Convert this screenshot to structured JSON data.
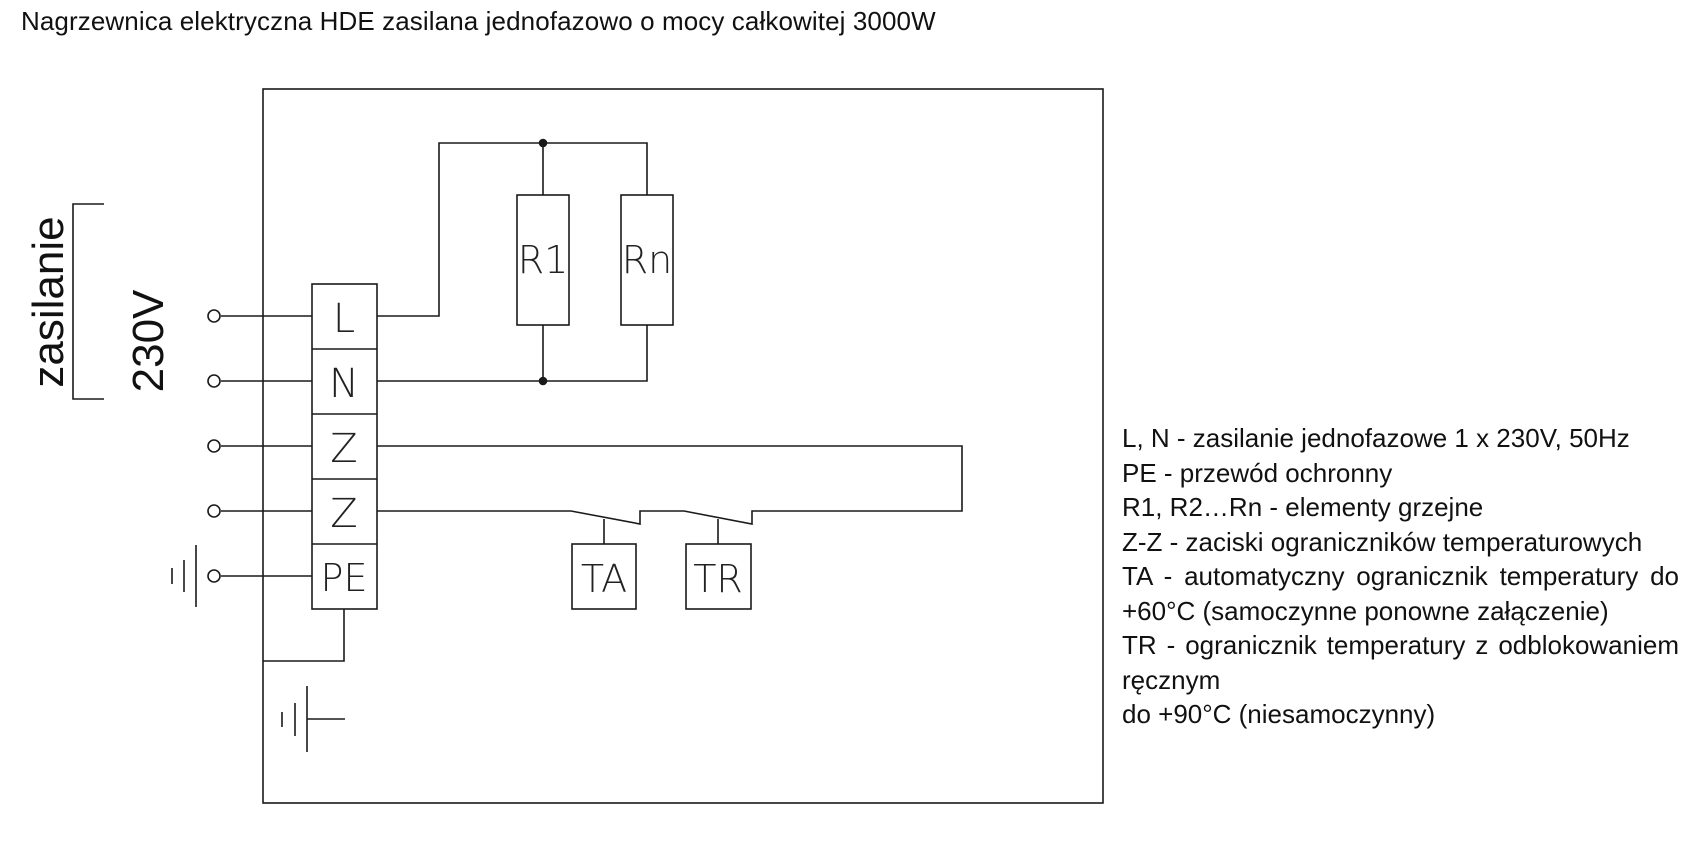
{
  "title": "Nagrzewnica elektryczna HDE zasilana jednofazowo o mocy całkowitej 3000W",
  "supply": {
    "label": "zasilanie",
    "voltage": "230V"
  },
  "terminals": [
    "L",
    "N",
    "Z",
    "Z",
    "PE"
  ],
  "heaters": [
    "R1",
    "Rn"
  ],
  "limiters": [
    "TA",
    "TR"
  ],
  "legend": [
    "L, N - zasilanie jednofazowe 1 x 230V, 50Hz",
    "PE - przewód ochronny",
    "R1, R2…Rn - elementy grzejne",
    "Z-Z - zaciski ograniczników temperaturowych",
    "TA - automatyczny ogranicznik temperatury do +60°C (samoczynne ponowne załączenie)",
    "TR - ogranicznik temperatury z odblokowaniem ręcznym",
    "do +90°C (niesamoczynny)"
  ],
  "colors": {
    "line": "#1a1a1a",
    "text": "#111111",
    "background": "#ffffff"
  }
}
